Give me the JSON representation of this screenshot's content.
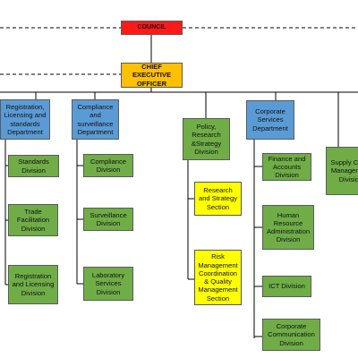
{
  "council": {
    "label": "COUNCIL"
  },
  "ceo": {
    "label": "CHIEF EXECUTIVE OFFICER"
  },
  "departments": [
    {
      "label": "Registration, Licensing and standards Department"
    },
    {
      "label": "Compliance and surveillance Department"
    },
    {
      "label": "Policy, Research &Strategy Division"
    },
    {
      "label": "Corporate Services Department"
    },
    {
      "label": "Supply Chain Management Division"
    }
  ],
  "registration_divisions": [
    {
      "label": "Standards Division"
    },
    {
      "label": "Trade Facilitation Division"
    },
    {
      "label": "Registration and Licensing Division"
    }
  ],
  "compliance_divisions": [
    {
      "label": "Compliance Division"
    },
    {
      "label": "Surveillance Division"
    },
    {
      "label": "Laboratory Services Division"
    }
  ],
  "policy_sections": [
    {
      "label": "Research and Strategy Section"
    },
    {
      "label": "Risk Management Coordination & Quality Management Section"
    }
  ],
  "corporate_divisions": [
    {
      "label": "Finance and Accounts Division"
    },
    {
      "label": "Human Resource Administration Division"
    },
    {
      "label": "ICT Division"
    },
    {
      "label": "Corporate Communication Division"
    }
  ],
  "colors": {
    "council": "#ff1a1a",
    "ceo": "#ffc000",
    "department": "#5b9bd5",
    "division": "#70ad47",
    "section": "#ffff00"
  }
}
